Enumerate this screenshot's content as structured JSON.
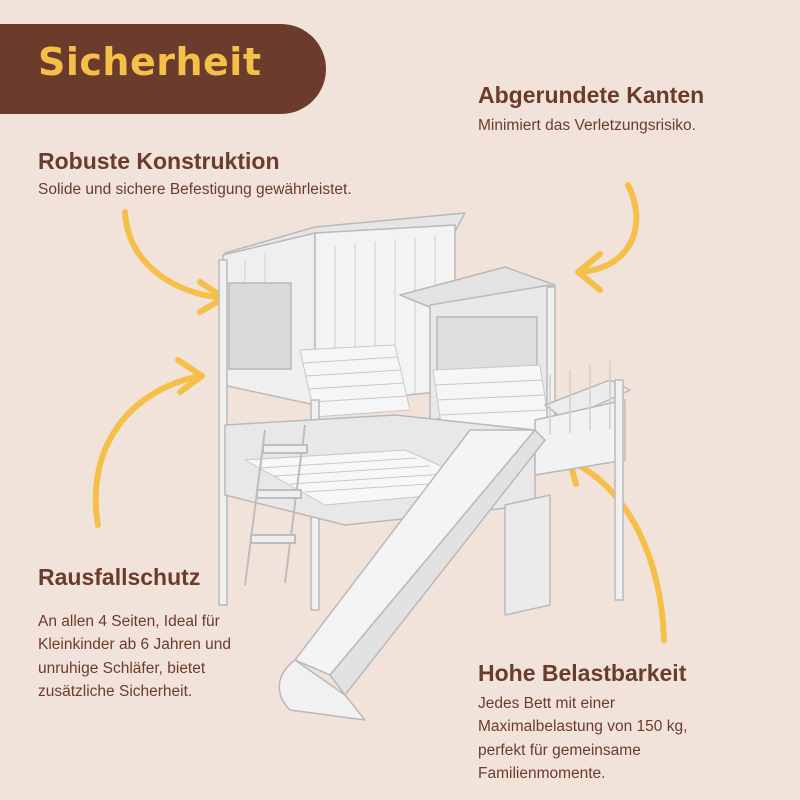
{
  "banner": {
    "title": "Sicherheit"
  },
  "features": {
    "robust": {
      "title": "Robuste Konstruktion",
      "desc": "Solide und sichere Befestigung gewährleistet."
    },
    "rounded": {
      "title": "Abgerundete Kanten",
      "desc": "Minimiert das Verletzungsrisiko."
    },
    "fall": {
      "title": "Rausfallschutz",
      "desc": "An allen 4 Seiten, Ideal für Kleinkinder ab 6 Jahren und unruhige Schläfer, bietet zusätzliche Sicherheit."
    },
    "load": {
      "title": "Hohe Belastbarkeit",
      "desc": "Jedes Bett mit einer Maximalbelastung von 150 kg, perfekt für gemeinsame Familienmomente."
    }
  },
  "colors": {
    "background": "#f2e3da",
    "banner": "#6b3b2c",
    "accent": "#f5c04a",
    "text": "#6b3b2c"
  },
  "icons": [
    "curved-arrow-icon"
  ]
}
